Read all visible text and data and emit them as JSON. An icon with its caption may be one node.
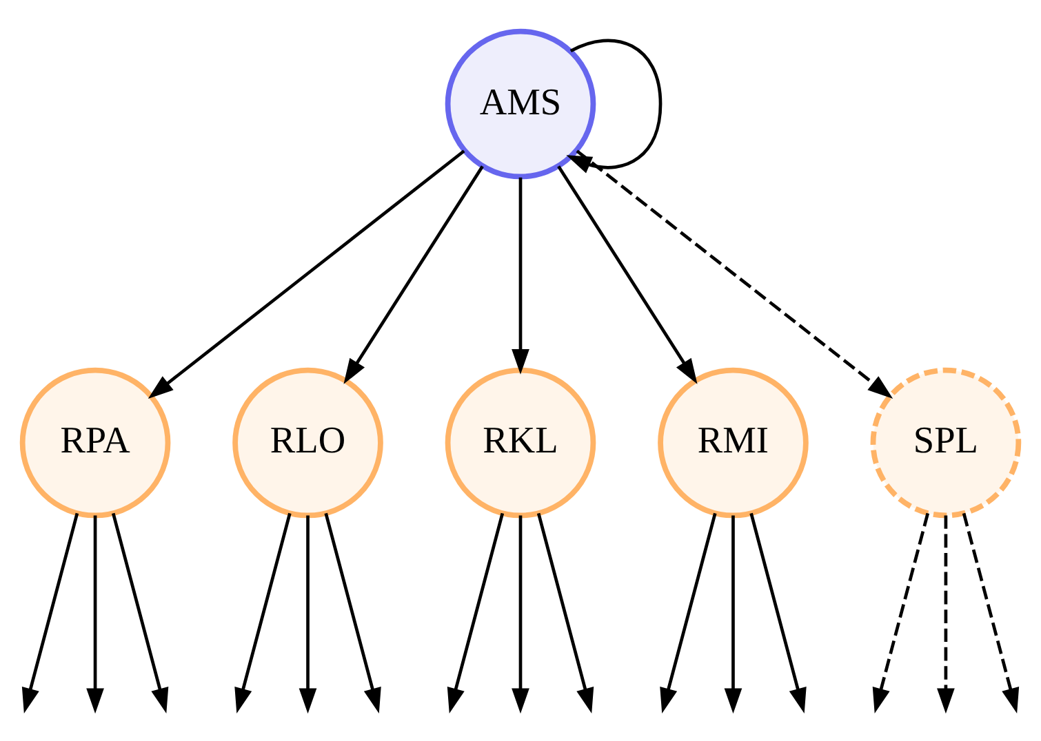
{
  "diagram": {
    "nodes": [
      {
        "text": [
          "AMS"
        ]
      },
      {
        "text": [
          "RPA"
        ]
      },
      {
        "text": [
          "RLO"
        ]
      },
      {
        "text": [
          "RKL"
        ]
      },
      {
        "text": [
          "RMI"
        ]
      },
      {
        "text": [
          "SPL"
        ]
      }
    ],
    "edges": [
      {
        "from": 0,
        "to": 0,
        "arrow": "to"
      },
      {
        "from": 0,
        "to": 1,
        "arrow": "to"
      },
      {
        "from": 0,
        "to": 2,
        "arrow": "to"
      },
      {
        "from": 0,
        "to": 3,
        "arrow": "to"
      },
      {
        "from": 0,
        "to": 4,
        "arrow": "to"
      },
      {
        "from": 0,
        "to": 5,
        "arrow": "to",
        "style": "dashed"
      },
      {
        "from": 1,
        "to": null,
        "arrow": "to"
      },
      {
        "from": 1,
        "to": null,
        "arrow": "to"
      },
      {
        "from": 1,
        "to": null,
        "arrow": "to"
      },
      {
        "from": 2,
        "to": null,
        "arrow": "to"
      },
      {
        "from": 2,
        "to": null,
        "arrow": "to"
      },
      {
        "from": 2,
        "to": null,
        "arrow": "to"
      },
      {
        "from": 3,
        "to": null,
        "arrow": "to"
      },
      {
        "from": 3,
        "to": null,
        "arrow": "to"
      },
      {
        "from": 3,
        "to": null,
        "arrow": "to"
      },
      {
        "from": 4,
        "to": null,
        "arrow": "to"
      },
      {
        "from": 4,
        "to": null,
        "arrow": "to"
      },
      {
        "from": 4,
        "to": null,
        "arrow": "to"
      },
      {
        "from": 5,
        "to": null,
        "arrow": "to",
        "style": "dashed"
      },
      {
        "from": 5,
        "to": null,
        "arrow": "to",
        "style": "dashed"
      },
      {
        "from": 5,
        "to": null,
        "arrow": "to",
        "style": "dashed"
      }
    ]
  }
}
